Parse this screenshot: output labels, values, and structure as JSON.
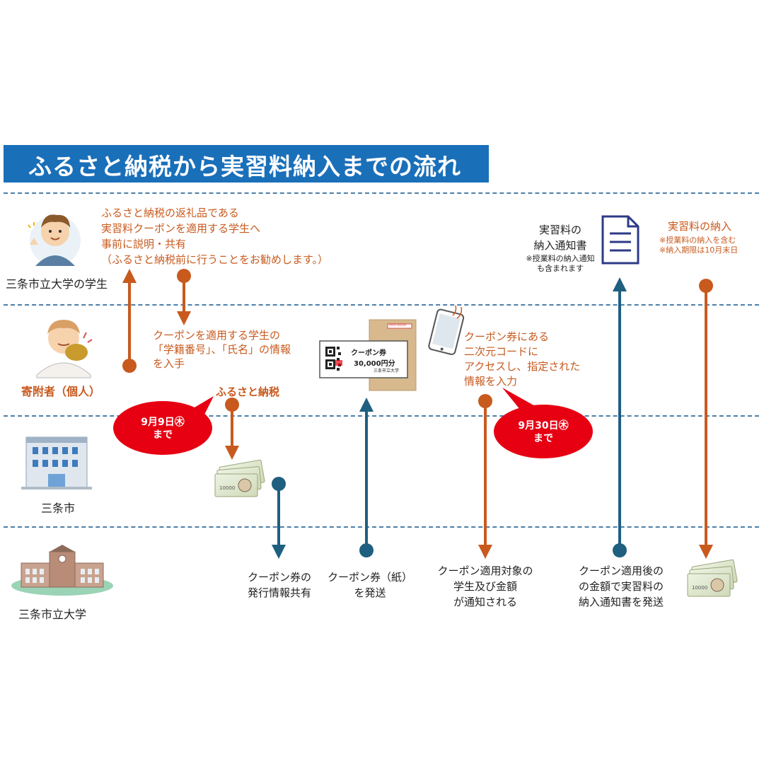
{
  "title": "ふるさと納税から実習料納入までの流れ",
  "actors": {
    "student": "三条市立大学の学生",
    "donor": "寄附者（個人）",
    "city": "三条市",
    "university": "三条市立大学"
  },
  "steps": {
    "explain": [
      "ふるさと納税の返礼品である",
      "実習料クーポンを適用する学生へ",
      "事前に説明・共有",
      "（ふるさと納税前に行うことをお勧めします。）"
    ],
    "obtain": [
      "クーポンを適用する学生の",
      "「学籍番号」、「氏名」の情報",
      "を入手"
    ],
    "furusato": "ふるさと納税",
    "deadline1": [
      "9月9日㊍",
      "まで"
    ],
    "coupon_info_share": [
      "クーポン券の",
      "発行情報共有"
    ],
    "coupon_send": [
      "クーポン券（紙）",
      "を発送"
    ],
    "access_qr": [
      "クーポン券にある",
      "二次元コードに",
      "アクセスし、指定された",
      "情報を入力"
    ],
    "deadline2": [
      "9月30日㊍",
      "まで"
    ],
    "notified": [
      "クーポン適用対象の",
      "学生及び金額",
      "が通知される"
    ],
    "send_invoice": [
      "クーポン適用後の",
      "の金額で実習料の",
      "納入通知書を発送"
    ],
    "invoice_doc": [
      "実習料の",
      "納入通知書"
    ],
    "invoice_note": [
      "※授業料の納入通知",
      "も含まれます"
    ],
    "payment": "実習料の納入",
    "payment_notes": [
      "※授業料の納入を含む",
      "※納入期限は10月末日"
    ]
  },
  "coupon_card": {
    "title": "クーポン券",
    "amount": "30,000円分",
    "issuer": "三条市立大学",
    "envelope_code": "000-0000"
  },
  "colors": {
    "title_bg": "#1a6fb9",
    "orange": "#c85a1e",
    "blue": "#1f5f7f",
    "red_bubble": "#e60012",
    "lane": "#4d7fa8"
  }
}
